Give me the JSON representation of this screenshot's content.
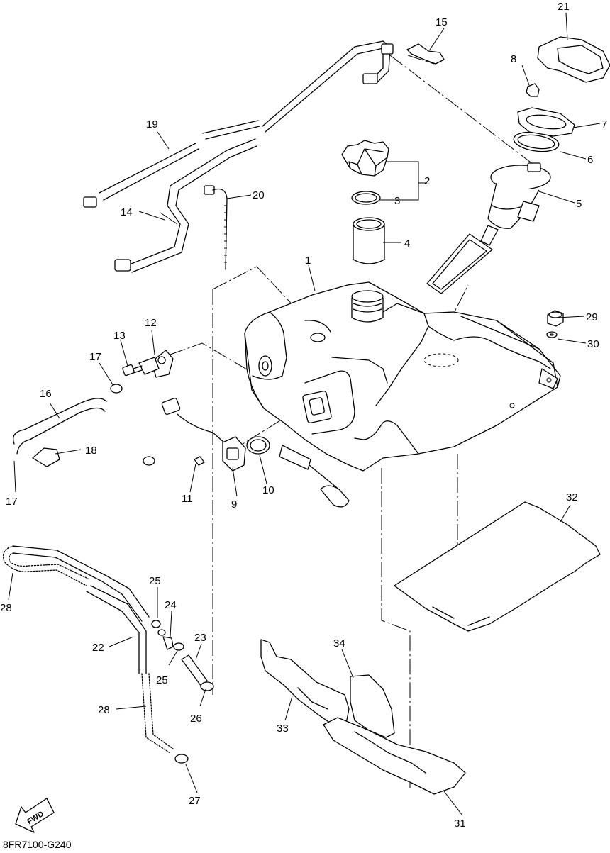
{
  "diagram": {
    "code": "8FR7100-G240",
    "fwd_label": "FWD",
    "callouts": [
      {
        "id": "c1",
        "label": "1"
      },
      {
        "id": "c2",
        "label": "2"
      },
      {
        "id": "c3",
        "label": "3"
      },
      {
        "id": "c4",
        "label": "4"
      },
      {
        "id": "c5",
        "label": "5"
      },
      {
        "id": "c6",
        "label": "6"
      },
      {
        "id": "c7",
        "label": "7"
      },
      {
        "id": "c8",
        "label": "8"
      },
      {
        "id": "c9",
        "label": "9"
      },
      {
        "id": "c10",
        "label": "10"
      },
      {
        "id": "c11",
        "label": "11"
      },
      {
        "id": "c12",
        "label": "12"
      },
      {
        "id": "c13",
        "label": "13"
      },
      {
        "id": "c14",
        "label": "14"
      },
      {
        "id": "c15",
        "label": "15"
      },
      {
        "id": "c16",
        "label": "16"
      },
      {
        "id": "c17a",
        "label": "17"
      },
      {
        "id": "c17b",
        "label": "17"
      },
      {
        "id": "c18",
        "label": "18"
      },
      {
        "id": "c19",
        "label": "19"
      },
      {
        "id": "c20",
        "label": "20"
      },
      {
        "id": "c21",
        "label": "21"
      },
      {
        "id": "c22",
        "label": "22"
      },
      {
        "id": "c23",
        "label": "23"
      },
      {
        "id": "c24",
        "label": "24"
      },
      {
        "id": "c25a",
        "label": "25"
      },
      {
        "id": "c25b",
        "label": "25"
      },
      {
        "id": "c26",
        "label": "26"
      },
      {
        "id": "c27",
        "label": "27"
      },
      {
        "id": "c28a",
        "label": "28"
      },
      {
        "id": "c28b",
        "label": "28"
      },
      {
        "id": "c29",
        "label": "29"
      },
      {
        "id": "c30",
        "label": "30"
      },
      {
        "id": "c31",
        "label": "31"
      },
      {
        "id": "c32",
        "label": "32"
      },
      {
        "id": "c33",
        "label": "33"
      },
      {
        "id": "c34",
        "label": "34"
      }
    ]
  }
}
